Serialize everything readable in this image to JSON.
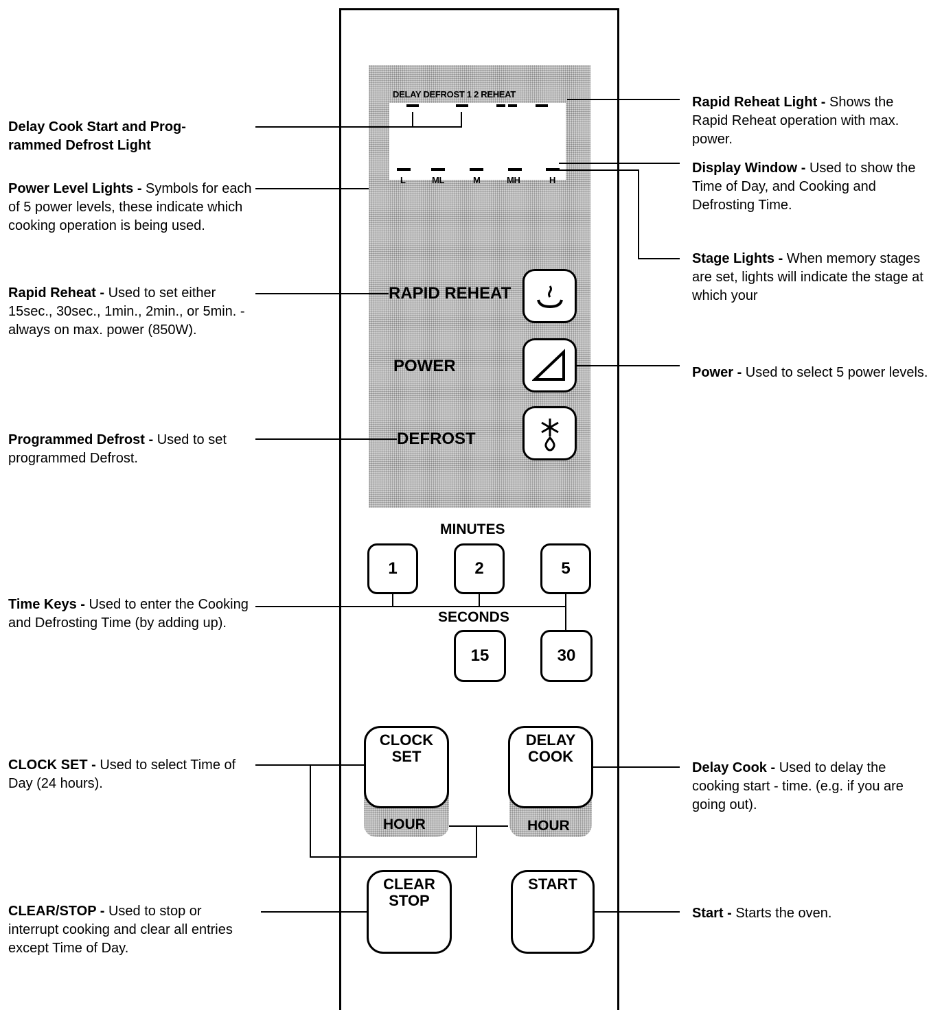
{
  "indicator_labels": {
    "top": "DELAY DEFROST 1 2 REHEAT",
    "power_levels": [
      "L",
      "ML",
      "M",
      "MH",
      "H"
    ]
  },
  "panel_buttons": {
    "rapid_reheat": "RAPID REHEAT",
    "power": "POWER",
    "defrost": "DEFROST"
  },
  "time_keys": {
    "minutes_label": "MINUTES",
    "minutes": [
      "1",
      "2",
      "5"
    ],
    "seconds_label": "SECONDS",
    "seconds": [
      "15",
      "30"
    ]
  },
  "function_keys": {
    "clock_set_1": "CLOCK",
    "clock_set_2": "SET",
    "delay_cook_1": "DELAY",
    "delay_cook_2": "COOK",
    "hour_left": "HOUR",
    "hour_right": "HOUR",
    "clear_stop_1": "CLEAR",
    "clear_stop_2": "STOP",
    "start": "START"
  },
  "callouts_left": [
    {
      "title": "Delay Cook Start and Prog-",
      "title2": "rammed Defrost Light",
      "text": ""
    },
    {
      "title": "Power Level Lights - ",
      "text": "Symbols for each of 5 power levels, these indicate which cooking operation is being used."
    },
    {
      "title": "Rapid Reheat - ",
      "text": "Used to set either 15sec., 30sec., 1min., 2min., or 5min. - always on max. power (850W)."
    },
    {
      "title": "Programmed Defrost - ",
      "text": "Used to set programmed Defrost."
    },
    {
      "title": "Time Keys - ",
      "text": "Used to enter the Cooking and Defrosting Time (by adding up)."
    },
    {
      "title": "CLOCK SET - ",
      "text": "Used to select Time of Day (24 hours)."
    },
    {
      "title": "CLEAR/STOP - ",
      "text": "Used to stop or interrupt cooking and clear all entries except Time of Day."
    }
  ],
  "callouts_right": [
    {
      "title": "Rapid Reheat Light - ",
      "text": "Shows the Rapid Reheat operation with max. power."
    },
    {
      "title": "Display Window - ",
      "text": "Used to show the Time of Day, and Cooking and Defrosting Time."
    },
    {
      "title": "Stage Lights - ",
      "text": "When memory stages are set, lights will indicate the stage at which your"
    },
    {
      "title": "Power - ",
      "text": "Used to select 5 power levels."
    },
    {
      "title": "Delay Cook - ",
      "text": "Used to delay the cooking start - time. (e.g. if you are going out)."
    },
    {
      "title": "Start - ",
      "text": "Starts the oven."
    }
  ]
}
